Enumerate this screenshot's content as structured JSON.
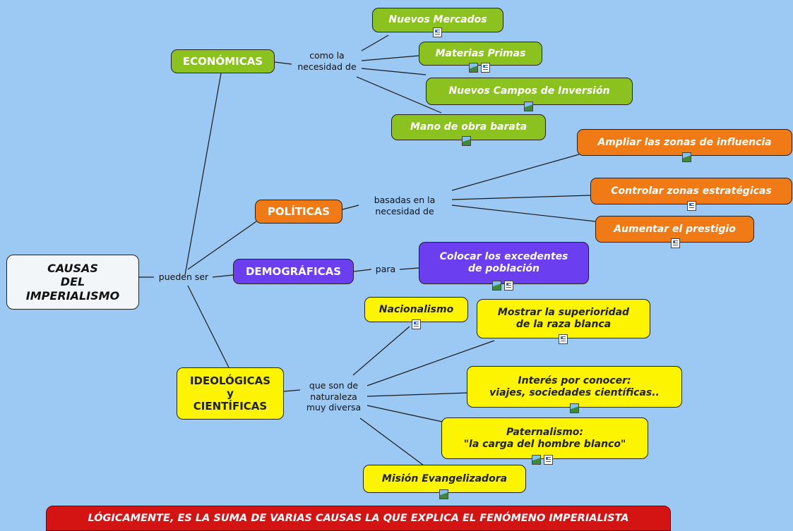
{
  "colors": {
    "background": "#9cc8f4",
    "economicas": "#8cc21f",
    "politicas": "#f07a16",
    "demograficas": "#6b3ef0",
    "ideologicas": "#fcf400",
    "footer": "#d41313"
  },
  "root": {
    "label": "CAUSAS\nDEL\nIMPERIALISMO"
  },
  "root_link": "pueden ser",
  "categories": {
    "economicas": {
      "label": "ECONÓMICAS",
      "link": "como la\nnecesidad de"
    },
    "politicas": {
      "label": "POLÍTICAS",
      "link": "basadas en la\nnecesidad de"
    },
    "demograficas": {
      "label": "DEMOGRÁFICAS",
      "link": "para"
    },
    "ideologicas": {
      "label": "IDEOLÓGICAS\ny\nCIENTÍFICAS",
      "link": "que son de\nnaturaleza\nmuy diversa"
    }
  },
  "leaves": {
    "economicas": [
      {
        "label": "Nuevos Mercados",
        "icons": [
          "doc-icon"
        ]
      },
      {
        "label": "Materias Primas",
        "icons": [
          "image-icon",
          "doc-icon"
        ]
      },
      {
        "label": "Nuevos Campos de Inversión",
        "icons": [
          "image-icon"
        ]
      },
      {
        "label": "Mano de obra barata",
        "icons": [
          "image-icon"
        ]
      }
    ],
    "politicas": [
      {
        "label": "Ampliar las zonas de influencia",
        "icons": [
          "image-icon"
        ]
      },
      {
        "label": "Controlar zonas estratégicas",
        "icons": [
          "doc-icon"
        ]
      },
      {
        "label": "Aumentar el prestigio",
        "icons": [
          "doc-icon"
        ]
      }
    ],
    "demograficas": [
      {
        "label": "Colocar los excedentes\nde población",
        "icons": [
          "image-icon",
          "doc-icon"
        ]
      }
    ],
    "ideologicas": [
      {
        "label": "Nacionalismo",
        "icons": [
          "doc-icon"
        ]
      },
      {
        "label": "Mostrar la superioridad\nde la raza blanca",
        "icons": [
          "doc-icon"
        ]
      },
      {
        "label": "Interés por conocer:\nviajes, sociedades científicas..",
        "icons": [
          "image-icon"
        ]
      },
      {
        "label": "Paternalismo:\n\"la carga del hombre blanco\"",
        "icons": [
          "image-icon",
          "doc-icon"
        ]
      },
      {
        "label": "Misión Evangelizadora",
        "icons": [
          "image-icon"
        ]
      }
    ]
  },
  "footer": "LÓGICAMENTE, ES LA SUMA DE VARIAS CAUSAS LA QUE EXPLICA EL FENÓMENO IMPERIALISTA"
}
